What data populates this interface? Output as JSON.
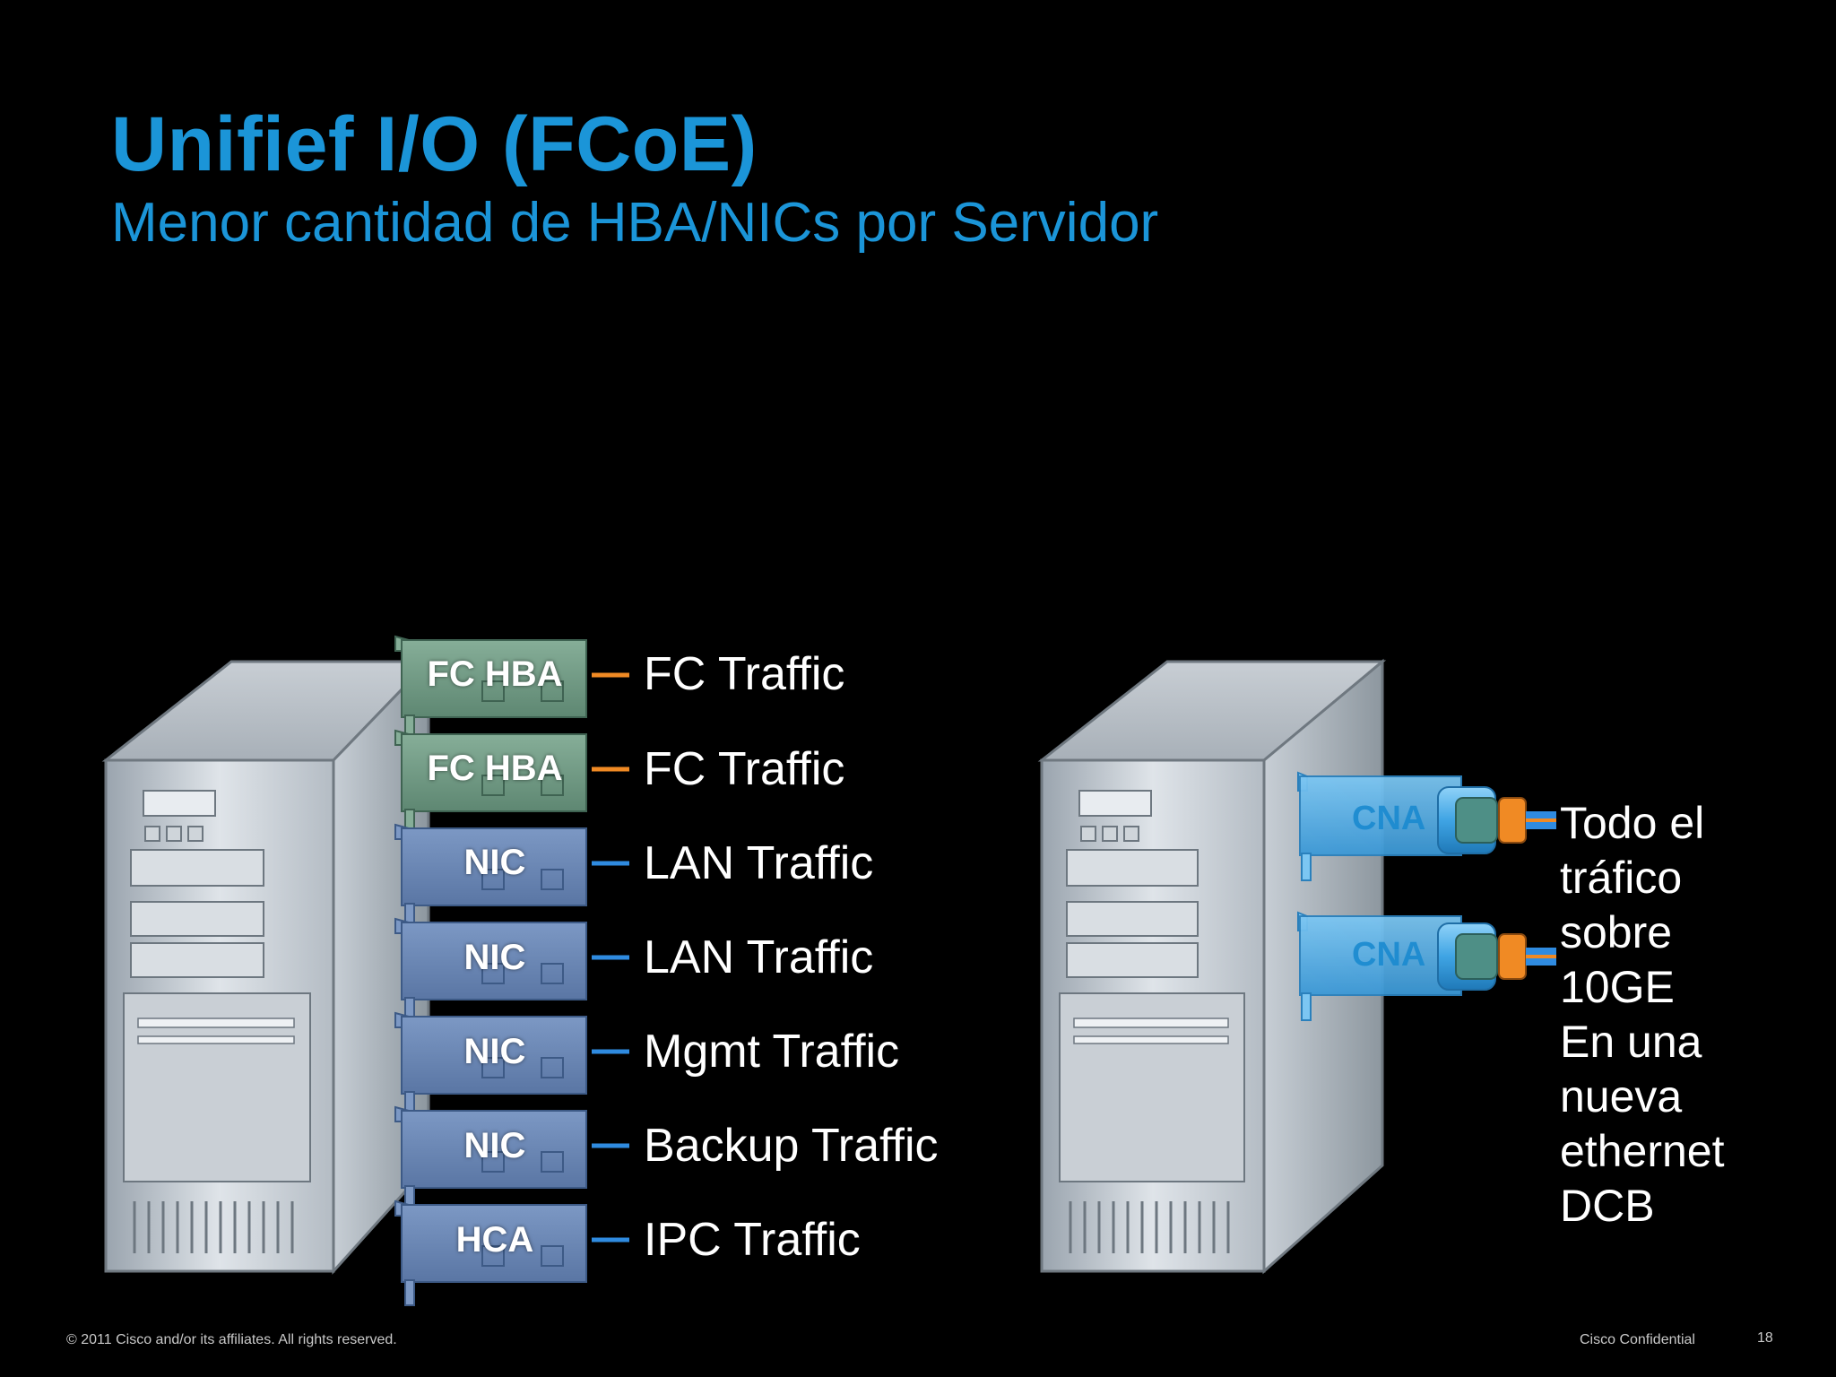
{
  "slide": {
    "title": "Unifief I/O (FCoE)",
    "subtitle": "Menor cantidad de HBA/NICs por Servidor"
  },
  "left_server": {
    "cards": [
      {
        "label": "FC HBA",
        "traffic": "FC Traffic",
        "kind": "fc"
      },
      {
        "label": "FC HBA",
        "traffic": "FC Traffic",
        "kind": "fc"
      },
      {
        "label": "NIC",
        "traffic": "LAN Traffic",
        "kind": "nic"
      },
      {
        "label": "NIC",
        "traffic": "LAN Traffic",
        "kind": "nic"
      },
      {
        "label": "NIC",
        "traffic": "Mgmt Traffic",
        "kind": "nic"
      },
      {
        "label": "NIC",
        "traffic": "Backup Traffic",
        "kind": "nic"
      },
      {
        "label": "HCA",
        "traffic": "IPC Traffic",
        "kind": "nic"
      }
    ]
  },
  "right_server": {
    "cards": [
      {
        "label": "CNA"
      },
      {
        "label": "CNA"
      }
    ],
    "note_lines": [
      "Todo el",
      "tráfico",
      "sobre",
      "10GE",
      "En una",
      "nueva",
      "ethernet",
      "DCB"
    ]
  },
  "colors": {
    "title": "#1b95d8",
    "fc_card": "#6f9a84",
    "nic_card": "#6a86b4",
    "fc_link": "#f08a24",
    "lan_link": "#2f8be0",
    "cna_card": "#4aaee8"
  },
  "footer": {
    "copyright": "© 2011 Cisco and/or its affiliates. All rights reserved.",
    "confidential": "Cisco Confidential",
    "page": "18"
  }
}
